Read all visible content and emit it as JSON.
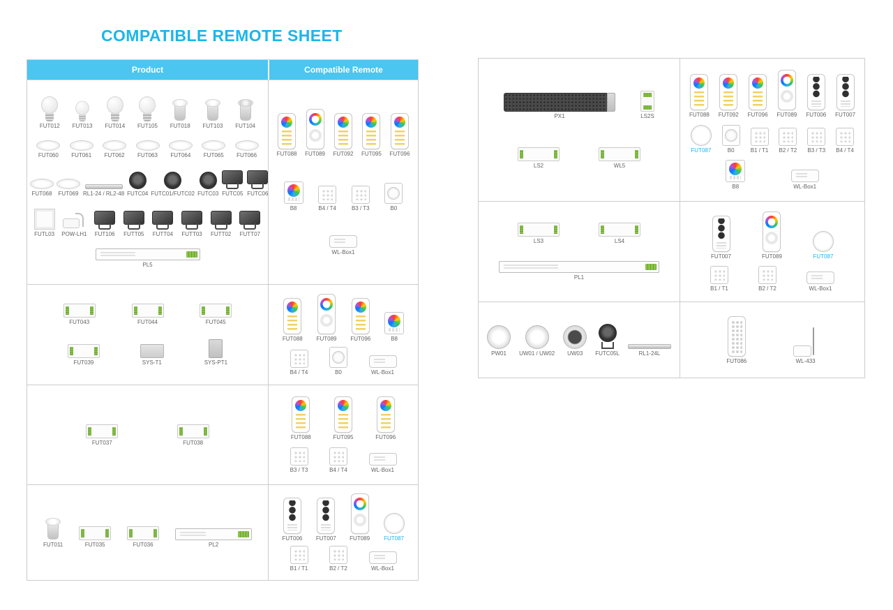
{
  "title": "COMPATIBLE REMOTE SHEET",
  "colors": {
    "accent": "#1cb5ea",
    "table_header_bg": "#4ac6f0"
  },
  "left_table": {
    "headers": {
      "product": "Product",
      "remote": "Compatible Remote"
    },
    "rows": [
      {
        "product_lines": [
          [
            {
              "label": "FUT012",
              "type": "bulb"
            },
            {
              "label": "FUT013",
              "type": "small bulb"
            },
            {
              "label": "FUT014",
              "type": "bulb"
            },
            {
              "label": "FUT105",
              "type": "bulb"
            },
            {
              "label": "FUT018",
              "type": "gu10"
            },
            {
              "label": "FUT103",
              "type": "gu10"
            },
            {
              "label": "FUT104",
              "type": "mr16"
            }
          ],
          [
            {
              "label": "FUT060",
              "type": "downlight"
            },
            {
              "label": "FUT061",
              "type": "downlight"
            },
            {
              "label": "FUT062",
              "type": "downlight"
            },
            {
              "label": "FUT063",
              "type": "downlight"
            },
            {
              "label": "FUT064",
              "type": "downlight"
            },
            {
              "label": "FUT065",
              "type": "downlight"
            },
            {
              "label": "FUT066",
              "type": "downlight"
            }
          ],
          [
            {
              "label": "FUT068",
              "type": "downlight"
            },
            {
              "label": "FUT069",
              "type": "downlight"
            },
            {
              "label": "RL1-24 / RL2-48",
              "type": "bar"
            },
            {
              "label": "FUTC04",
              "type": "spot"
            },
            {
              "label": "FUTC01/FUTC02",
              "type": "spot"
            },
            {
              "label": "FUTC03",
              "type": "spot"
            },
            {
              "label": "FUTC05",
              "type": "flood"
            },
            {
              "label": "FUTC06",
              "type": "flood"
            }
          ],
          [
            {
              "label": "FUTL03",
              "type": "panel-light"
            },
            {
              "label": "POW-LH1",
              "type": "power"
            },
            {
              "label": "FUT106",
              "type": "flood"
            },
            {
              "label": "FUTT05",
              "type": "flood"
            },
            {
              "label": "FUTT04",
              "type": "flood"
            },
            {
              "label": "FUTT03",
              "type": "flood"
            },
            {
              "label": "FUTT02",
              "type": "flood"
            },
            {
              "label": "FUTT07",
              "type": "flood"
            }
          ],
          [
            {
              "label": "PL5",
              "type": "strip-m strip"
            }
          ]
        ],
        "remote_lines": [
          [
            {
              "label": "FUT088",
              "type": "remote remote-wheel"
            },
            {
              "label": "FUT089",
              "type": "remote remote-rotary"
            },
            {
              "label": "FUT092",
              "type": "remote remote-wheel"
            },
            {
              "label": "FUT095",
              "type": "remote remote-wheel"
            },
            {
              "label": "FUT096",
              "type": "remote remote-wheel"
            }
          ],
          [
            {
              "label": "B8",
              "type": "panel-wheel"
            },
            {
              "label": "B4 / T4",
              "type": "panel"
            },
            {
              "label": "B3 / T3",
              "type": "panel"
            },
            {
              "label": "B0",
              "type": "panel-round"
            }
          ],
          [
            {
              "label": "WL-Box1",
              "type": "wlbox"
            }
          ]
        ]
      },
      {
        "product_lines": [
          [
            {
              "label": "FUT043",
              "type": "ctrl"
            },
            {
              "label": "FUT044",
              "type": "ctrl"
            },
            {
              "label": "FUT045",
              "type": "ctrl"
            }
          ],
          [
            {
              "label": "FUT039",
              "type": "ctrl"
            },
            {
              "label": "SYS-T1",
              "type": "metalbox"
            },
            {
              "label": "SYS-PT1",
              "type": "vbox"
            }
          ]
        ],
        "remote_lines": [
          [
            {
              "label": "FUT088",
              "type": "remote remote-wheel"
            },
            {
              "label": "FUT089",
              "type": "remote remote-rotary"
            },
            {
              "label": "FUT096",
              "type": "remote remote-wheel"
            },
            {
              "label": "B8",
              "type": "panel-wheel"
            }
          ],
          [
            {
              "label": "B4 / T4",
              "type": "panel"
            },
            {
              "label": "B0",
              "type": "panel-round"
            },
            {
              "label": "WL-Box1",
              "type": "wlbox"
            }
          ]
        ]
      },
      {
        "product_lines": [
          [
            {
              "label": "FUT037",
              "type": "ctrl"
            },
            {
              "label": "FUT038",
              "type": "ctrl"
            }
          ]
        ],
        "remote_lines": [
          [
            {
              "label": "FUT088",
              "type": "remote remote-wheel"
            },
            {
              "label": "FUT095",
              "type": "remote remote-wheel"
            },
            {
              "label": "FUT096",
              "type": "remote remote-wheel"
            }
          ],
          [
            {
              "label": "B3 / T3",
              "type": "panel"
            },
            {
              "label": "B4 / T4",
              "type": "panel"
            },
            {
              "label": "WL-Box1",
              "type": "wlbox"
            }
          ]
        ]
      },
      {
        "product_lines": [
          [
            {
              "label": "FUT011",
              "type": "gu10"
            },
            {
              "label": "FUT035",
              "type": "ctrl"
            },
            {
              "label": "FUT036",
              "type": "ctrl"
            },
            {
              "label": "PL2",
              "type": "strip-s strip"
            }
          ]
        ],
        "remote_lines": [
          [
            {
              "label": "FUT006",
              "type": "remote remote-buttons"
            },
            {
              "label": "FUT007",
              "type": "remote remote-buttons"
            },
            {
              "label": "FUT089",
              "type": "remote remote-rotary"
            },
            {
              "label": "FUT087",
              "type": "puck",
              "lclass": "hl"
            }
          ],
          [
            {
              "label": "B1 / T1",
              "type": "panel"
            },
            {
              "label": "B2 / T2",
              "type": "panel"
            },
            {
              "label": "WL-Box1",
              "type": "wlbox"
            }
          ]
        ]
      }
    ]
  },
  "right_table": {
    "rows": [
      {
        "product_lines": [
          [
            {
              "label": "PX1",
              "type": "px1"
            },
            {
              "label": "LS2S",
              "type": "din"
            }
          ],
          [
            {
              "label": "LS2",
              "type": "ctrl-w ctrl"
            },
            {
              "label": "WL5",
              "type": "ctrl-w ctrl"
            }
          ]
        ],
        "remote_lines": [
          [
            {
              "label": "FUT088",
              "type": "remote remote-wheel"
            },
            {
              "label": "FUT092",
              "type": "remote remote-wheel"
            },
            {
              "label": "FUT096",
              "type": "remote remote-wheel"
            },
            {
              "label": "FUT089",
              "type": "remote remote-rotary"
            },
            {
              "label": "FUT006",
              "type": "remote remote-buttons"
            },
            {
              "label": "FUT007",
              "type": "remote remote-buttons"
            }
          ],
          [
            {
              "label": "FUT087",
              "type": "puck",
              "lclass": "hl"
            },
            {
              "label": "B0",
              "type": "panel-round"
            },
            {
              "label": "B1 / T1",
              "type": "panel"
            },
            {
              "label": "B2 / T2",
              "type": "panel"
            },
            {
              "label": "B3 / T3",
              "type": "panel"
            },
            {
              "label": "B4 / T4",
              "type": "panel"
            }
          ],
          [
            {
              "label": "B8",
              "type": "panel-wheel"
            },
            {
              "label": "WL-Box1",
              "type": "wlbox"
            }
          ]
        ]
      },
      {
        "product_lines": [
          [
            {
              "label": "LS3",
              "type": "ctrl-w ctrl"
            },
            {
              "label": "LS4",
              "type": "ctrl-w ctrl"
            }
          ],
          [
            {
              "label": "PL1",
              "type": "strip-l strip"
            }
          ]
        ],
        "remote_lines": [
          [
            {
              "label": "FUT007",
              "type": "remote remote-buttons"
            },
            {
              "label": "FUT089",
              "type": "remote remote-rotary"
            },
            {
              "label": "FUT087",
              "type": "puck",
              "lclass": "hl"
            }
          ],
          [
            {
              "label": "B1 / T1",
              "type": "panel"
            },
            {
              "label": "B2 / T2",
              "type": "panel"
            },
            {
              "label": "WL-Box1",
              "type": "wlbox"
            }
          ]
        ]
      },
      {
        "product_lines": [
          [
            {
              "label": "PW01",
              "type": "roundlight"
            },
            {
              "label": "UW01 / UW02",
              "type": "roundlight"
            },
            {
              "label": "UW03",
              "type": "dark roundlight"
            },
            {
              "label": "FUTC05L",
              "type": "spot-stand"
            },
            {
              "label": "RL1-24L",
              "type": "bar-l bar"
            }
          ]
        ],
        "remote_lines": [
          [
            {
              "label": "FUT086",
              "type": "remote remote-keypad"
            },
            {
              "label": "WL-433",
              "type": "box-antenna"
            }
          ]
        ]
      }
    ]
  }
}
